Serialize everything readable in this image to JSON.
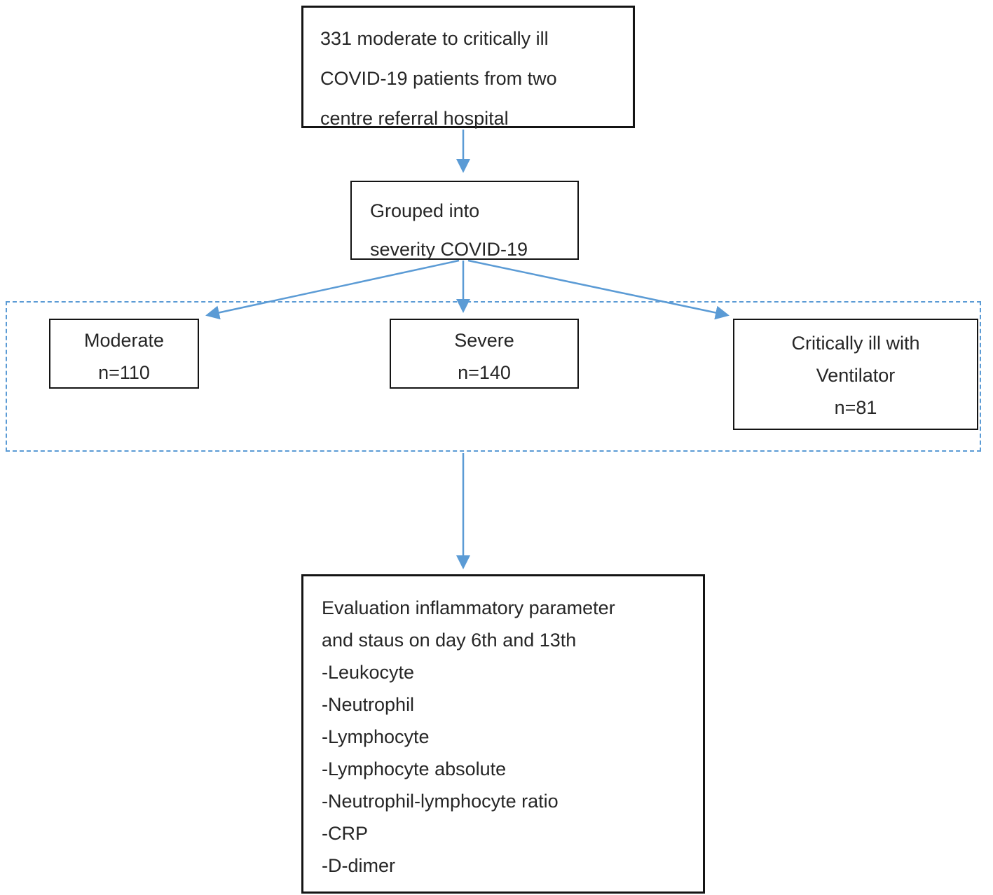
{
  "diagram": {
    "type": "flowchart",
    "arrow_color": "#5B9BD5",
    "dashed_border_color": "#5B9BD5",
    "box_border_color": "#141414",
    "top_box": {
      "lines": [
        "331 moderate to critically ill",
        "COVID-19 patients from two",
        "centre referral hospital"
      ]
    },
    "grouped_box": {
      "lines": [
        "Grouped into",
        "severity COVID-19"
      ]
    },
    "moderate_box": {
      "label": "Moderate",
      "count": "n=110"
    },
    "severe_box": {
      "label": "Severe",
      "count": "n=140"
    },
    "critical_box": {
      "lines": [
        "Critically ill with",
        "Ventilator",
        "n=81"
      ]
    },
    "evaluation_box": {
      "title_lines": [
        "Evaluation inflammatory parameter",
        "and staus on day 6th and 13th"
      ],
      "items": [
        "-Leukocyte",
        "-Neutrophil",
        "-Lymphocyte",
        "-Lymphocyte absolute",
        "-Neutrophil-lymphocyte ratio",
        "-CRP",
        "-D-dimer"
      ]
    }
  }
}
